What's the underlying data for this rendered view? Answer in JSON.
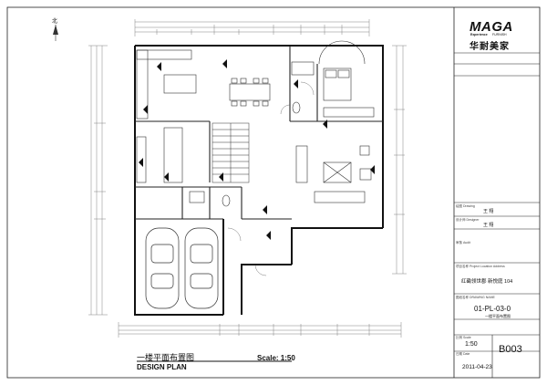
{
  "drawing": {
    "title_cn": "一楼平面布置图",
    "title_en": "DESIGN PLAN",
    "scale_text": "Scale: 1:50"
  },
  "title_block": {
    "brand": "MAGA",
    "brand_sub_a": "Experience",
    "brand_sub_b": "FURNISH",
    "brand_cn": "华耐美家",
    "drawn_label": "绘图 Drawing",
    "drawn_name": "王 翔",
    "designer_label": "设计师 Designer",
    "designer_name": "王 翔",
    "audit_label": "审核 Audit",
    "project_label": "项目名称 Project Location Address",
    "project_name": "红磡领世郡  新悦庭  104",
    "drawing_name_label": "图纸名称 DRAWING NAME",
    "drawing_number": "01-PL-03-0",
    "drawing_desc": "一楼平面布置图",
    "scale_label": "比例 Scale",
    "scale_value": "1:50",
    "date_label": "日期 Date",
    "date_value": "2011-04-23",
    "sheet_no": "B003"
  },
  "compass_label": "北"
}
